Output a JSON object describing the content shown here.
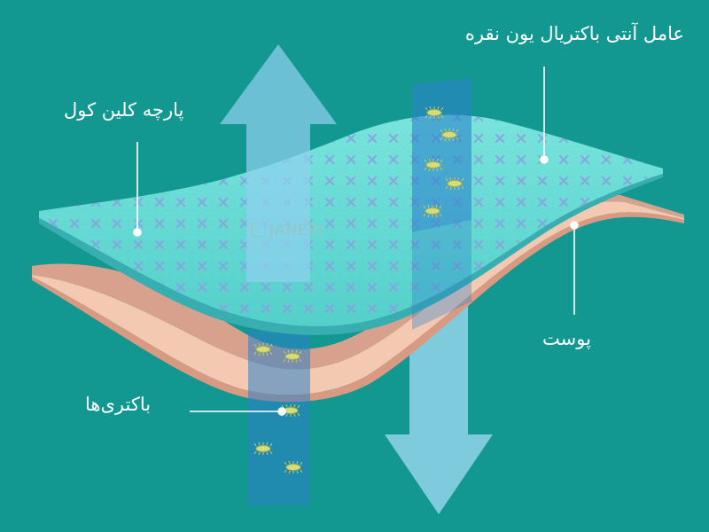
{
  "labels": {
    "fabric": "پارچه کلین کول",
    "antibacterial_agent": "عامل آنتی باکتریال یون نقره",
    "skin": "پوست",
    "bacteria": "باکتری‌ها"
  },
  "watermark": "JANEBI",
  "colors": {
    "background": "#129890",
    "fabric": "#5ed9d2",
    "fabric_pattern": "#8aa0e0",
    "skin": "#f3c9b2",
    "arrow": "#9ad8f0",
    "bacteria_band": "#2c82c9",
    "bacterium": "#d6dc7a"
  },
  "icons": [
    "arrow-up-icon",
    "arrow-down-icon",
    "bacterium-icon",
    "watermark-logo-icon"
  ]
}
